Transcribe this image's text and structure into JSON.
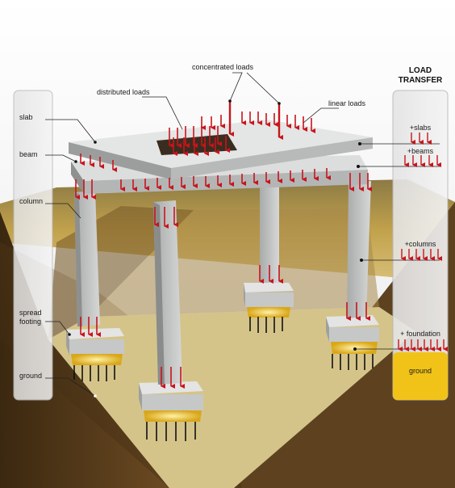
{
  "labels": {
    "concentrated_loads": "concentrated loads",
    "distributed_loads": "distributed loads",
    "linear_loads": "linear loads",
    "slab": "slab",
    "beam": "beam",
    "column": "column",
    "spread_footing_1": "spread",
    "spread_footing_2": "footing",
    "ground": "ground"
  },
  "load_transfer": {
    "title_1": "LOAD",
    "title_2": "TRANSFER",
    "slabs": "+slabs",
    "beams": "+beams",
    "columns": "+columns",
    "foundation": "+ foundation",
    "ground": "ground"
  },
  "colors": {
    "arrow_red": "#c8141c",
    "arrow_black": "#111111",
    "concrete": "#cfd0d0",
    "soil_top": "#c2a24c",
    "soil_dark": "#5a3d1c",
    "ground_box": "#f1c319"
  }
}
